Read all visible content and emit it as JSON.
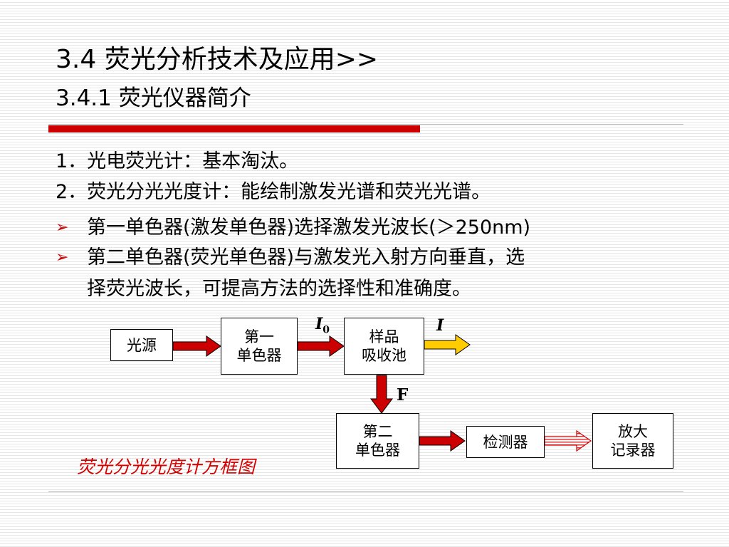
{
  "slide": {
    "title": "3.4  荧光分析技术及应用>>",
    "subtitle": "3.4.1 荧光仪器简介",
    "lines": [
      "1．光电荧光计：基本淘汰。",
      "2．荧光分光光度计：能绘制激发光谱和荧光光谱。"
    ],
    "bullets": [
      {
        "lines": [
          "第一单色器(激发单色器)选择激发光波长(＞250nm)"
        ]
      },
      {
        "lines": [
          "第二单色器(荧光单色器)与激发光入射方向垂直，选",
          "择荧光波长，可提高方法的选择性和准确度。"
        ]
      }
    ],
    "bullet_symbol": "➢"
  },
  "diagram": {
    "boxes": {
      "light_source": "光源",
      "mono1": "第一\n单色器",
      "sample_cell": "样品\n吸收池",
      "mono2": "第二\n单色器",
      "detector": "检测器",
      "amp_recorder": "放大\n记录器"
    },
    "labels": {
      "I0_main": "I",
      "I0_sub": "0",
      "I": "I",
      "F": "F"
    },
    "caption": "荧光分光光度计方框图"
  },
  "colors": {
    "accent_red": "#cc0000",
    "arrow_red": "#cc0000",
    "arrow_yellow": "#ffcc00",
    "caption_red": "#d40000"
  }
}
